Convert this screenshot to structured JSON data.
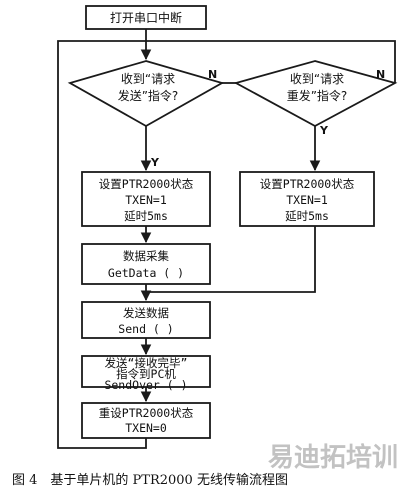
{
  "flowchart": {
    "start": "打开串口中断",
    "decision1": [
      "收到“请求",
      "发送”指令?"
    ],
    "decision2": [
      "收到“请求",
      "重发”指令?"
    ],
    "yes": "Y",
    "no": "N",
    "set_status_a": [
      "设置PTR2000状态",
      "TXEN=1",
      "延时5ms"
    ],
    "set_status_b": [
      "设置PTR2000状态",
      "TXEN=1",
      "延时5ms"
    ],
    "collect": [
      "数据采集",
      "GetData ( )"
    ],
    "send": [
      "发送数据",
      "Send ( )"
    ],
    "send_over": [
      "发送“接收完毕”",
      "指令到PC机",
      "SendOver ( )"
    ],
    "reset": [
      "重设PTR2000状态",
      "TXEN=0"
    ]
  },
  "caption": "图 4　基于单片机的 PTR2000 无线传输流程图",
  "watermark": "易迪拓培训"
}
